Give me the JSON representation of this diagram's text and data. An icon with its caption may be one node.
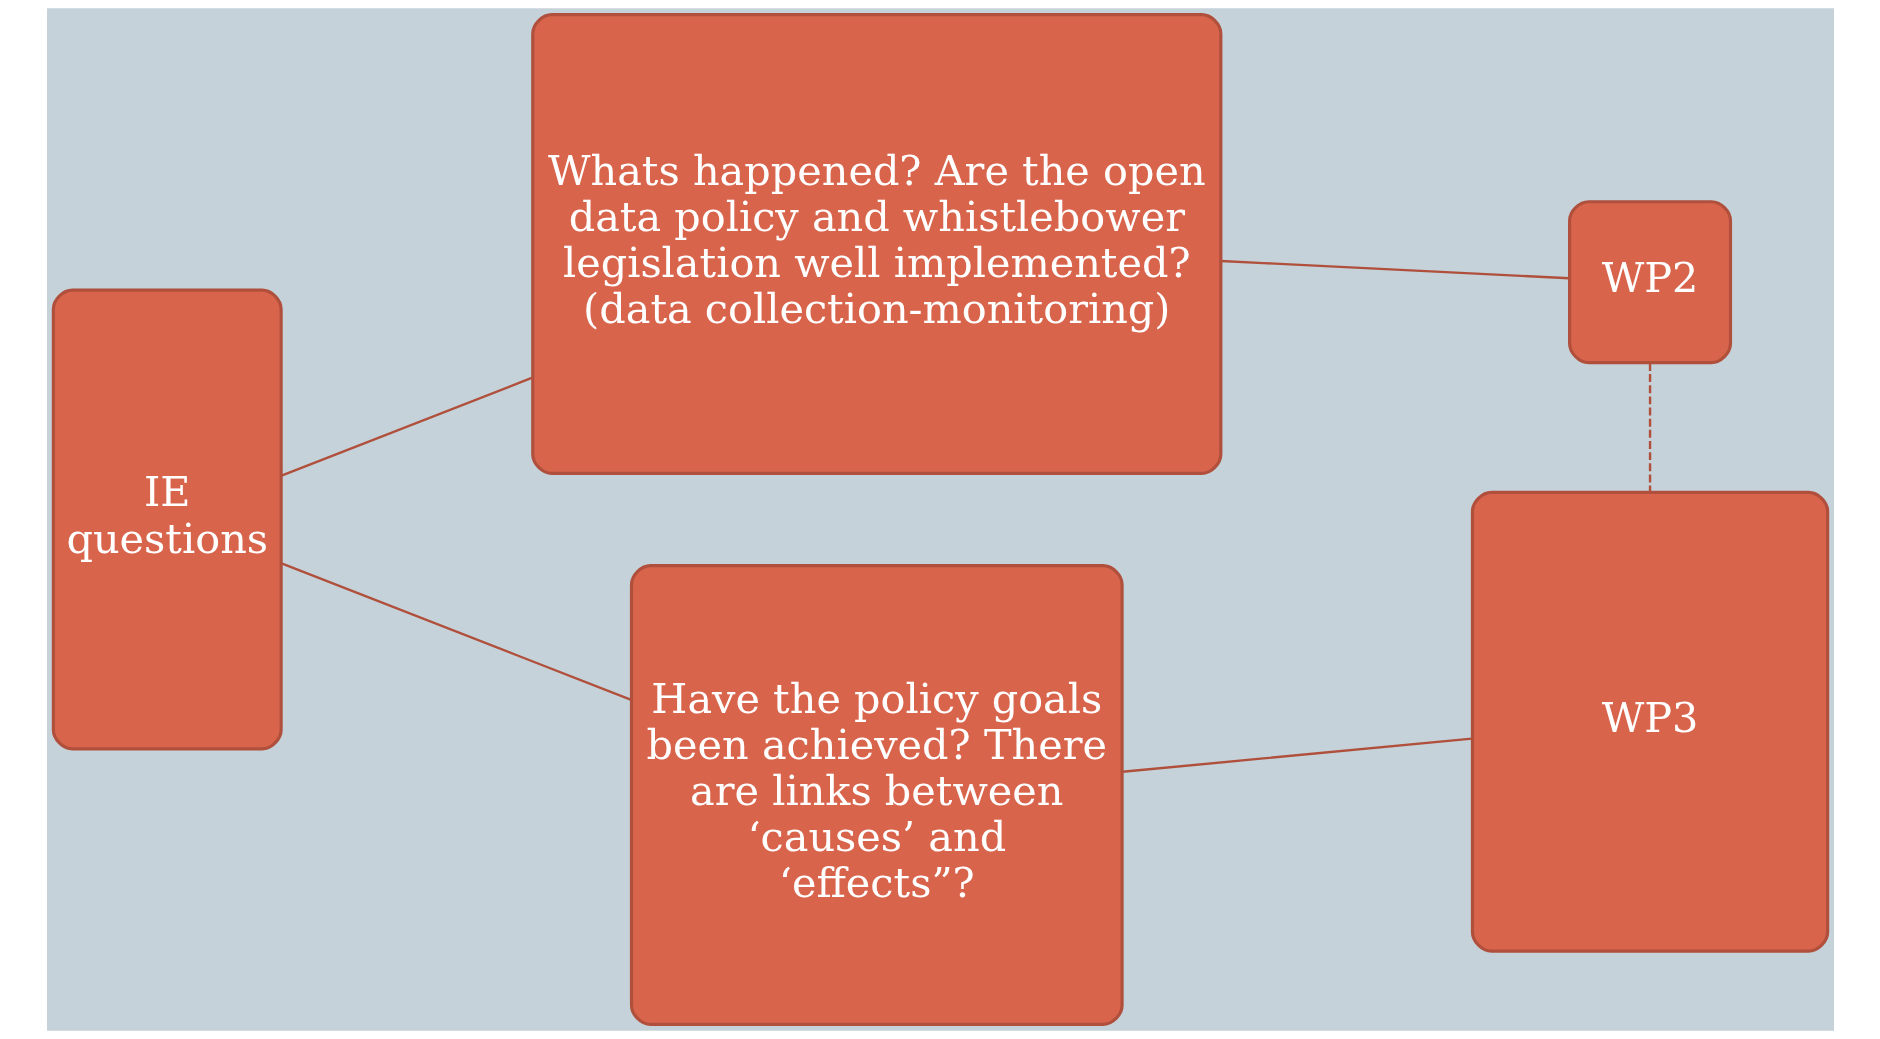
{
  "diagram": {
    "nodes": [
      {
        "text": [
          "IE questions"
        ]
      },
      {
        "text": [
          "Whats happened? Are the open data policy and whistlebower legislation well implemented? (data collection-monitoring)"
        ]
      },
      {
        "text": [
          "Have the policy goals been achieved? There are links between ‘causes’ and ‘effects”?"
        ]
      },
      {
        "text": [
          "WP2"
        ]
      },
      {
        "text": [
          "WP3"
        ]
      }
    ],
    "edges": [
      {
        "from": 0,
        "to": 1,
        "arrow": "none"
      },
      {
        "from": 0,
        "to": 2,
        "arrow": "none"
      },
      {
        "from": 1,
        "to": 3,
        "arrow": "none"
      },
      {
        "from": 2,
        "to": 4,
        "arrow": "none"
      },
      {
        "from": 3,
        "to": 4,
        "arrow": "none",
        "style": "dashed"
      }
    ]
  }
}
